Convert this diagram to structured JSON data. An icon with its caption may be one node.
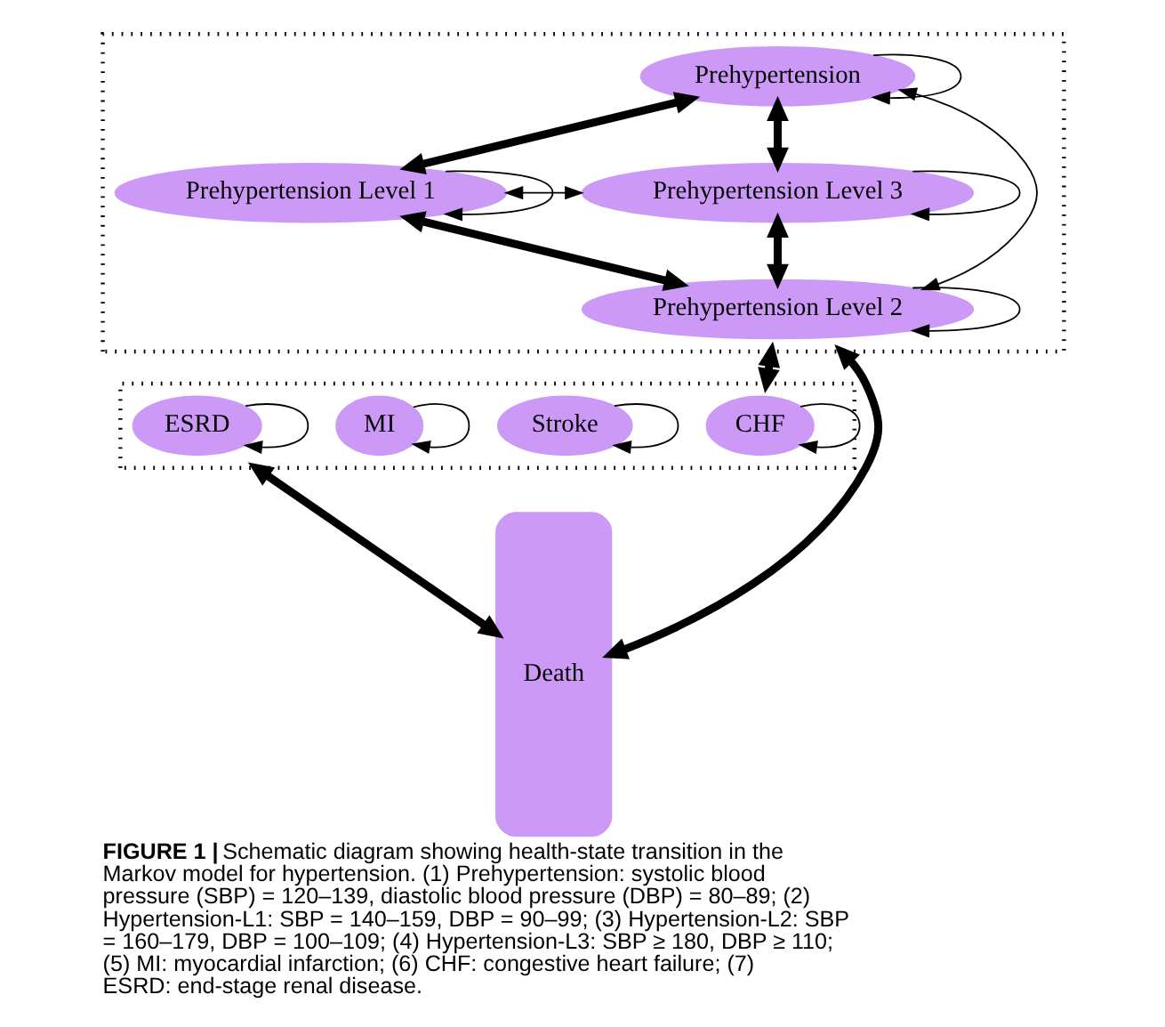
{
  "diagram": {
    "caption": "**FIGURE 1 |** Schematic diagram showing health-state transition in the Markov model for hypertension. (1) Prehypertension: systolic blood pressure (SBP) = 120–139, diastolic blood pressure (DBP) = 80–89; (2) Hypertension-L1: SBP = 140–159, DBP = 90–99; (3) Hypertension-L2: SBP = 160–179, DBP = 100–109; (4) Hypertension-L3: SBP ≥ 180, DBP ≥ 110; (5) MI: myocardial infarction; (6) CHF: congestive heart failure; (7) ESRD: end-stage renal disease.",
    "nodes": [
      {
        "text": [],
        "shape": "box"
      },
      {
        "text": [
          "Prehypertension"
        ],
        "in": 0
      },
      {
        "text": [
          "Prehypertension Level 1"
        ],
        "in": 0
      },
      {
        "text": [
          "Prehypertension Level 3"
        ],
        "in": 0
      },
      {
        "text": [
          "Prehypertension Level 2"
        ],
        "in": 0
      },
      {
        "text": [],
        "shape": "box"
      },
      {
        "text": [
          "CHF"
        ],
        "in": 5
      },
      {
        "text": [
          "Stroke"
        ],
        "in": 5
      },
      {
        "text": [
          "MI"
        ],
        "in": 5
      },
      {
        "text": [
          "ESRD"
        ],
        "in": 5
      },
      {
        "text": [
          "Death"
        ]
      }
    ],
    "edges": [
      {
        "from": 1,
        "to": 1,
        "arrow": "to"
      },
      {
        "from": 2,
        "to": 2,
        "arrow": "to"
      },
      {
        "from": 3,
        "to": 3,
        "arrow": "to"
      },
      {
        "from": 4,
        "to": 4,
        "arrow": "to"
      },
      {
        "from": 1,
        "to": 2,
        "arrow": "both",
        "style": "thick"
      },
      {
        "from": 1,
        "to": 3,
        "arrow": "both",
        "style": "thick"
      },
      {
        "from": 2,
        "to": 4,
        "arrow": "both",
        "style": "thick"
      },
      {
        "from": 3,
        "to": 4,
        "arrow": "both",
        "style": "thick"
      },
      {
        "from": 1,
        "to": 4,
        "arrow": "both"
      },
      {
        "from": 2,
        "to": 3,
        "arrow": "both"
      },
      {
        "from": 0,
        "to": 10,
        "arrow": "both",
        "style": "thick"
      },
      {
        "from": 0,
        "to": 5,
        "arrow": "both",
        "style": "thick"
      },
      {
        "from": 6,
        "to": 6,
        "arrow": "to"
      },
      {
        "from": 7,
        "to": 7,
        "arrow": "to"
      },
      {
        "from": 8,
        "to": 8,
        "arrow": "to"
      },
      {
        "from": 9,
        "to": 9,
        "arrow": "to"
      },
      {
        "from": 5,
        "to": 10,
        "arrow": "both",
        "style": "thick"
      }
    ]
  }
}
